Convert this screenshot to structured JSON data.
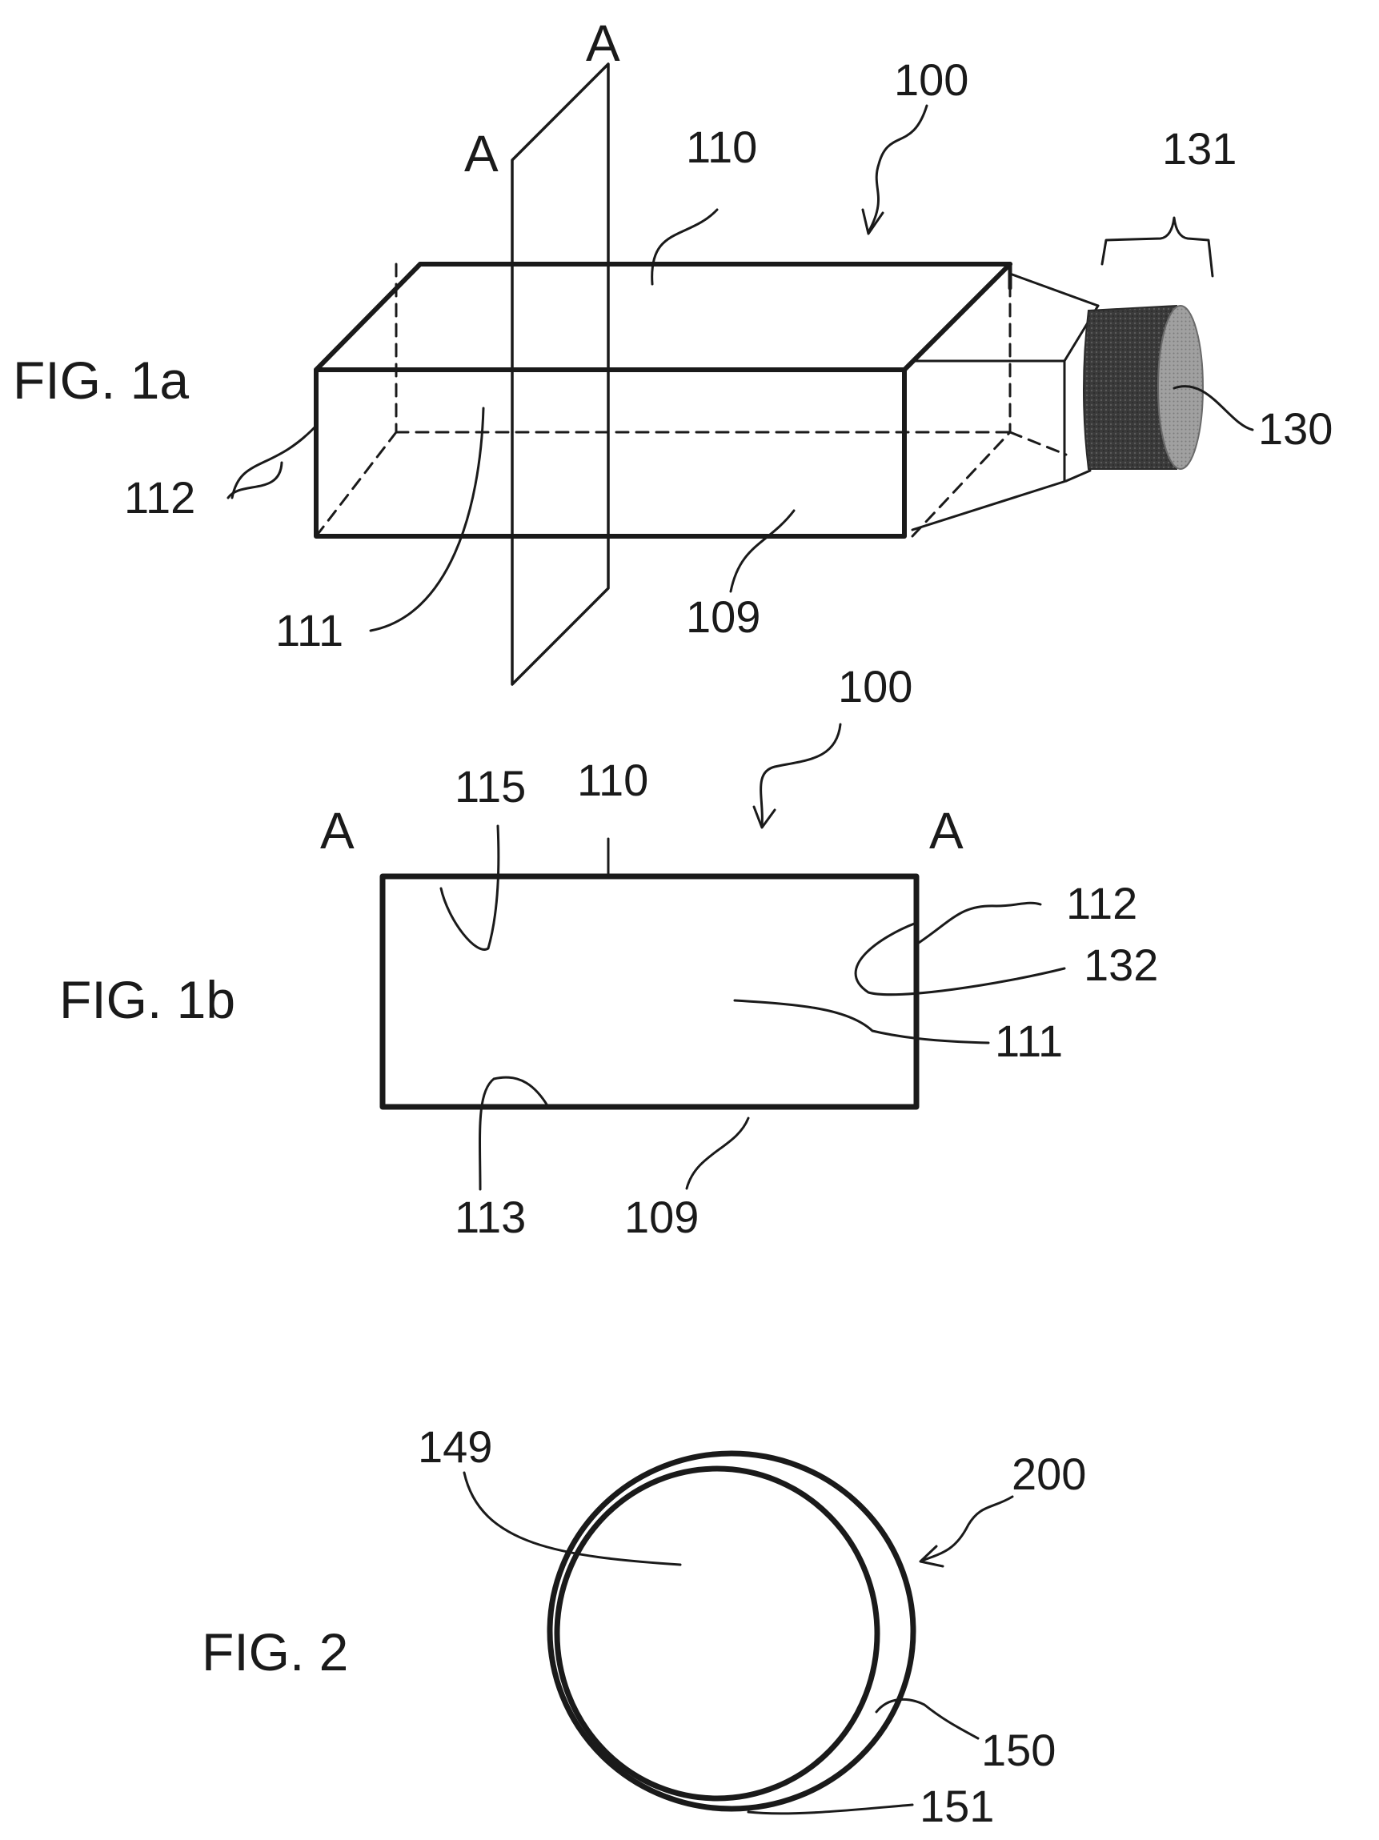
{
  "figures": {
    "fig1a": {
      "caption": "FIG. 1a",
      "section_label_top": "A",
      "section_label_left": "A",
      "labels": {
        "device": "100",
        "top_wall": "110",
        "neck_assembly": "131",
        "end_wall": "112",
        "cap": "130",
        "chamber": "111",
        "bottom_wall": "109"
      }
    },
    "fig1b": {
      "caption": "FIG. 1b",
      "section_label_left": "A",
      "section_label_right": "A",
      "labels": {
        "device": "100",
        "top_wall": "110",
        "top_inner_surface": "115",
        "end_wall": "112",
        "end_inner_surface": "132",
        "chamber": "111",
        "bottom_inner_surface": "113",
        "bottom_wall": "109"
      }
    },
    "fig2": {
      "caption": "FIG. 2",
      "labels": {
        "interior": "149",
        "device": "200",
        "inner_wall": "150",
        "outer_wall": "151"
      }
    }
  },
  "colors": {
    "line": "#1a1a1a",
    "cap_dark": "#3a3a3a",
    "cap_face": "#9a9a9a"
  }
}
